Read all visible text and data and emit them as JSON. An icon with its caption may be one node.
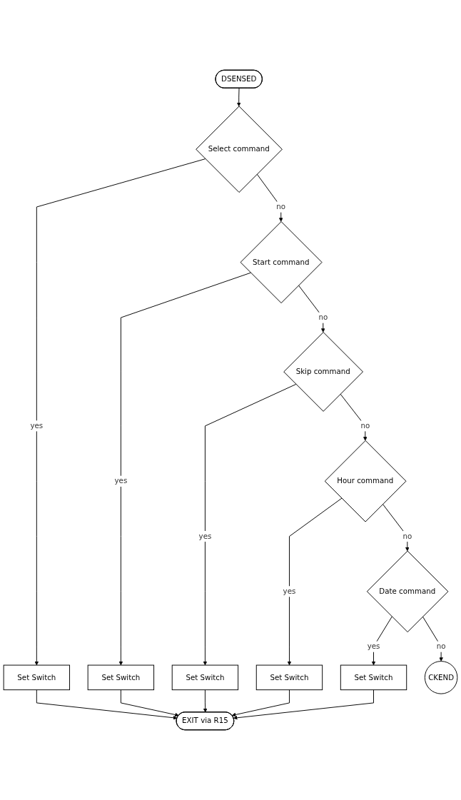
{
  "diagram": {
    "nodes": [
      {
        "text": [
          "DSENSED"
        ]
      },
      {
        "text": [
          "Select command"
        ]
      },
      {
        "text": [
          "Set Switch"
        ]
      },
      {
        "text": [
          "Start command"
        ]
      },
      {
        "text": [
          "Set Switch"
        ]
      },
      {
        "text": [
          "Skip command"
        ]
      },
      {
        "text": [
          "Set Switch"
        ]
      },
      {
        "text": [
          "EXIT via R15"
        ]
      },
      {
        "text": [
          "Hour command"
        ]
      },
      {
        "text": [
          "Set Switch"
        ]
      },
      {
        "text": [
          "Date command"
        ]
      },
      {
        "text": [
          "Set Switch"
        ]
      },
      {
        "text": [
          "CKEND"
        ]
      }
    ],
    "edges": [
      {
        "from": 0,
        "to": 1,
        "arrow": "to"
      },
      {
        "from": 1,
        "to": 2,
        "label": "yes",
        "arrow": "to"
      },
      {
        "from": 1,
        "to": 3,
        "label": "no",
        "arrow": "to"
      },
      {
        "from": 2,
        "to": 7,
        "arrow": "to"
      },
      {
        "from": 3,
        "to": 4,
        "label": "yes",
        "arrow": "to"
      },
      {
        "from": 3,
        "to": 5,
        "label": "no",
        "arrow": "to"
      },
      {
        "from": 4,
        "to": 7,
        "arrow": "to"
      },
      {
        "from": 5,
        "to": 6,
        "label": "yes",
        "arrow": "to"
      },
      {
        "from": 5,
        "to": 8,
        "label": "no",
        "arrow": "to"
      },
      {
        "from": 6,
        "to": 7,
        "arrow": "to"
      },
      {
        "from": 8,
        "to": 9,
        "label": "yes",
        "arrow": "to"
      },
      {
        "from": 8,
        "to": 10,
        "label": "no",
        "arrow": "to"
      },
      {
        "from": 9,
        "to": 7,
        "arrow": "to"
      },
      {
        "from": 10,
        "to": 11,
        "label": "yes",
        "arrow": "to"
      },
      {
        "from": 10,
        "to": 12,
        "label": "no",
        "arrow": "to"
      },
      {
        "from": 11,
        "to": 7,
        "arrow": "to"
      }
    ]
  }
}
